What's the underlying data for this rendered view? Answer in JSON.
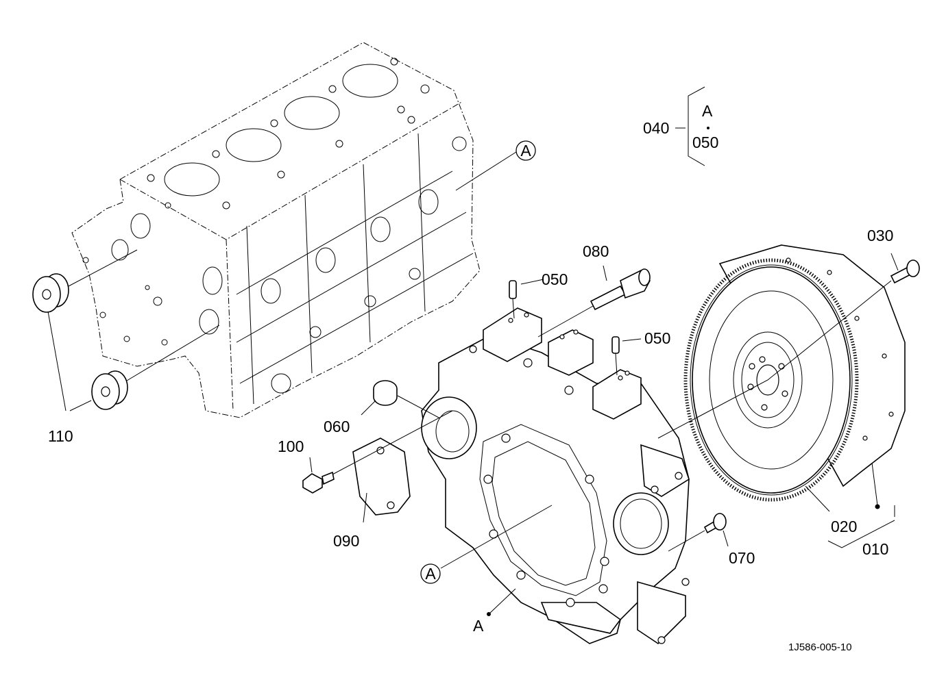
{
  "diagram": {
    "drawing_number": "1J586-005-10",
    "callouts": {
      "p010": "010",
      "p020": "020",
      "p030": "030",
      "p040": "040",
      "p050_group": "050",
      "p050_top": "050",
      "p050_right": "050",
      "p060": "060",
      "p070": "070",
      "p080": "080",
      "p090": "090",
      "p100": "100",
      "p110": "110"
    },
    "group_letter": "A",
    "circle_refs": {
      "upper": "A",
      "lower": "A"
    },
    "dot_ref": "A",
    "colors": {
      "line": "#000000",
      "background": "#ffffff"
    }
  }
}
